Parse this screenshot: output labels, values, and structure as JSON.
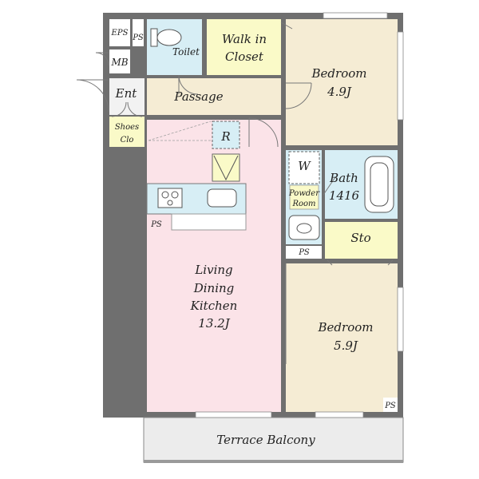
{
  "colors": {
    "wall": "#6f6f6f",
    "ldk_floor": "#fbe3e8",
    "bedroom_floor": "#f5ecd4",
    "wet_area": "#d7eef5",
    "storage": "#fafac8",
    "passage_floor": "#f5ecd4",
    "balcony": "#ececec"
  },
  "icons": [
    "shower-area-icon",
    "sink-icon",
    "stove-icon",
    "toilet-icon",
    "bathtub-icon",
    "range-hood-icon"
  ],
  "rooms": {
    "eps": "EPS",
    "ps_top": "PS",
    "mb": "MB",
    "toilet": "Toilet",
    "walk_in_closet": [
      "Walk in",
      "Closet"
    ],
    "bedroom_north": [
      "Bedroom",
      "4.9J"
    ],
    "entrance": "Ent",
    "passage": "Passage",
    "shoes_closet": [
      "Shoes",
      "Clo"
    ],
    "refrigerator": "R",
    "washer": "W",
    "bath": [
      "Bath",
      "1416"
    ],
    "powder_room": [
      "Powder",
      "Room"
    ],
    "ps_kitchen": "PS",
    "ps_powder": "PS",
    "storage": "Sto",
    "ldk": [
      "Living",
      "Dining",
      "Kitchen",
      "13.2J"
    ],
    "bedroom_south": [
      "Bedroom",
      "5.9J"
    ],
    "ps_corner": "PS",
    "balcony": "Terrace Balcony"
  }
}
